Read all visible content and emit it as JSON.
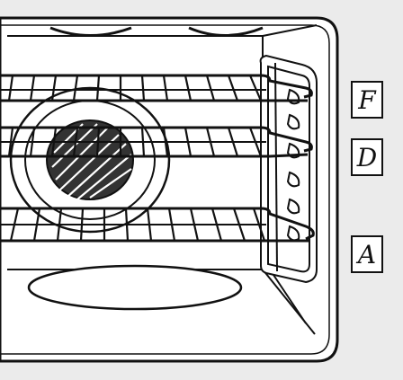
{
  "colors": {
    "background": "#ebebeb",
    "oven_fill": "#ffffff",
    "stroke": "#111111"
  },
  "rack_labels": [
    {
      "letter": "F",
      "rack": "top"
    },
    {
      "letter": "D",
      "rack": "middle"
    },
    {
      "letter": "A",
      "rack": "bottom"
    }
  ]
}
